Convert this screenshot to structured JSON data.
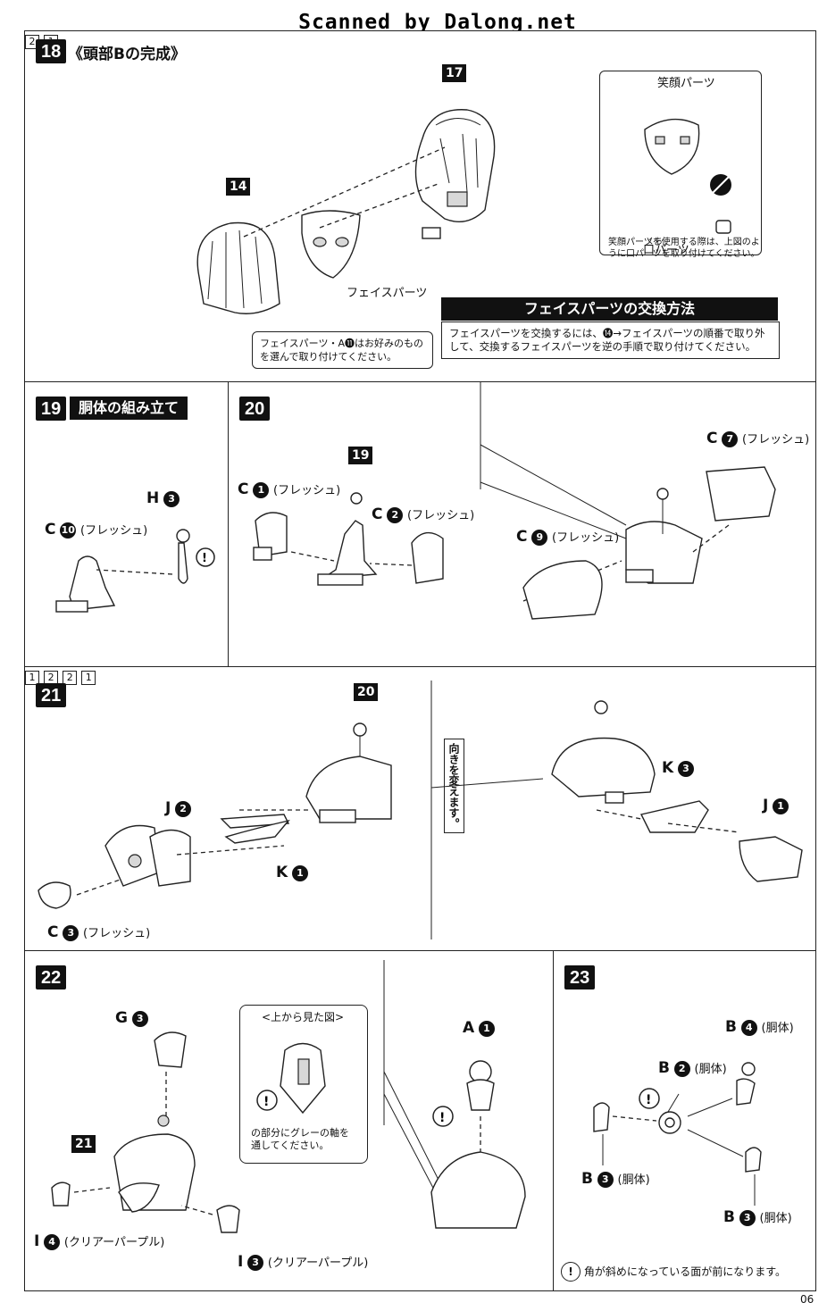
{
  "watermark": "Scanned by Dalong.net",
  "page_number": "06",
  "steps": {
    "s18": {
      "number": "18",
      "title": "《頭部Bの完成》",
      "part_tags": [
        "17",
        "14"
      ],
      "face_part_label": "フェイスパーツ",
      "face_note": "フェイスパーツ・A⓫はお好みのものを選んで取り付けてください。",
      "inset_smile_label": "笑顔パーツ",
      "inset_mouth_ruby": "くち",
      "inset_mouth_label": "口パーツ",
      "inset_note": "笑顔パーツを使用する際は、上図のように口パーツを取り付けてください。",
      "exchange_title": "フェイスパーツの交換方法",
      "exchange_text": "フェイスパーツを交換するには、⓮→フェイスパーツの順番で取り外して、交換するフェイスパーツを逆の手順で取り付けてください。",
      "order": [
        "1",
        "2"
      ]
    },
    "s19": {
      "number": "19",
      "title": "胴体の組み立て",
      "labels": {
        "c10": "C",
        "c10_num": "10",
        "c10_suffix": "(フレッシュ)",
        "h3": "H",
        "h3_num": "3"
      }
    },
    "s20": {
      "number": "20",
      "part_tag": "19",
      "labels": {
        "c1": "C",
        "c1_num": "1",
        "c1_suffix": "(フレッシュ)",
        "c2": "C",
        "c2_num": "2",
        "c2_suffix": "(フレッシュ)",
        "c9": "C",
        "c9_num": "9",
        "c9_suffix": "(フレッシュ)",
        "c7": "C",
        "c7_num": "7",
        "c7_suffix": "(フレッシュ)"
      }
    },
    "s21": {
      "number": "21",
      "part_tag": "20",
      "turn_note": "向きを変えます。",
      "order": [
        "1",
        "2"
      ],
      "labels": {
        "j2": "J",
        "j2_num": "2",
        "k1": "K",
        "k1_num": "1",
        "c3": "C",
        "c3_num": "3",
        "c3_suffix": "(フレッシュ)",
        "k3": "K",
        "k3_num": "3",
        "j1": "J",
        "j1_num": "1"
      }
    },
    "s22": {
      "number": "22",
      "part_tag": "21",
      "top_view_title": "<上から見た図>",
      "top_view_note": "の部分にグレーの軸を通してください。",
      "labels": {
        "g3": "G",
        "g3_num": "3",
        "i4": "I",
        "i4_num": "4",
        "i4_suffix": "(クリアーパープル)",
        "i3": "I",
        "i3_num": "3",
        "i3_suffix": "(クリアーパープル)",
        "a1": "A",
        "a1_num": "1"
      }
    },
    "s23": {
      "number": "23",
      "labels": {
        "b4": "B",
        "b4_num": "4",
        "b4_suffix": "(胴体)",
        "b2": "B",
        "b2_num": "2",
        "b2_suffix": "(胴体)",
        "b3a": "B",
        "b3a_num": "3",
        "b3a_suffix": "(胴体)",
        "b3b": "B",
        "b3b_num": "3",
        "b3b_suffix": "(胴体)"
      },
      "footnote": "角が斜めになっている面が前になります。"
    }
  }
}
